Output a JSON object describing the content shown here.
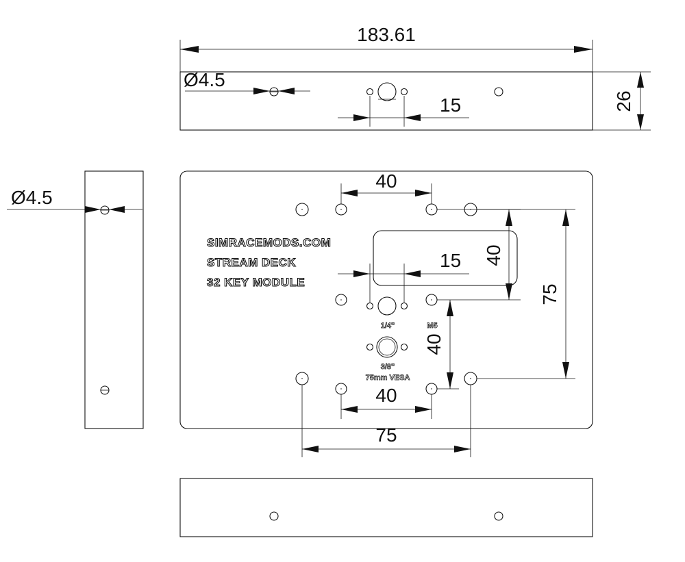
{
  "dimensions": {
    "overall_width": "183.61",
    "height": "26",
    "hole_dia_top": "Ø4.5",
    "hole_dia_side": "Ø4.5",
    "top_hole_spacing": "15",
    "front_hole_spacing_40_top": "40",
    "front_hole_spacing_40_bottom": "40",
    "front_slot_height_40": "40",
    "front_mid_15": "15",
    "front_vertical_40": "40",
    "front_vertical_75": "75",
    "front_horizontal_75": "75"
  },
  "engraving": {
    "line1": "SIMRACEMODS.COM",
    "line2": "STREAM DECK",
    "line3": "32 KEY MODULE"
  },
  "labels": {
    "quarter_inch": "1/4\"",
    "m5": "M5",
    "three_eighths": "3/8\"",
    "vesa": "75mm VESA"
  }
}
